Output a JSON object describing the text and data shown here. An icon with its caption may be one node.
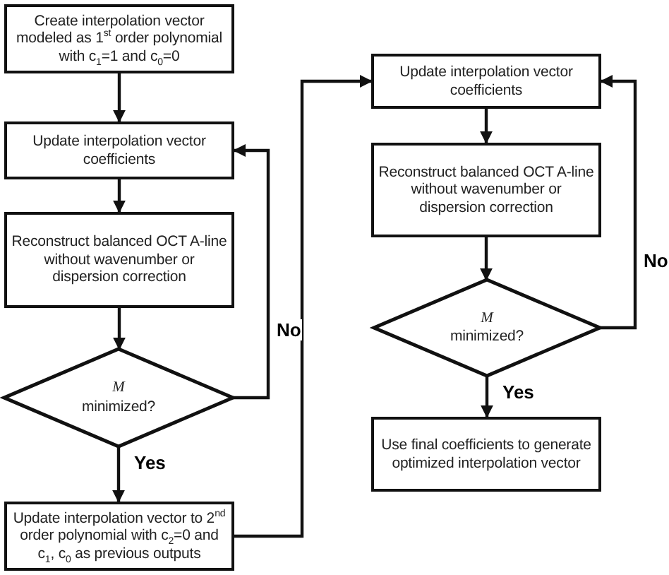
{
  "diagram": {
    "nodes": [
      {
        "text": [
          "Create interpolation vector modeled as 1$^{st}$ order polynomial with c$_{1}$=1 and c$_{0}$=0"
        ]
      },
      {
        "text": [
          "Update interpolation vector coefficients"
        ]
      },
      {
        "text": [
          "Reconstruct balanced OCT A-line without wavenumber or dispersion correction"
        ]
      },
      {
        "text": [
          "M",
          "minimized?"
        ]
      },
      {
        "text": [
          "Update interpolation vector to 2$^{nd}$ order polynomial with c$_{2}$=0 and c$_{1}$, c$_{0}$ as previous outputs"
        ]
      },
      {
        "text": [
          "Update interpolation vector coefficients"
        ]
      },
      {
        "text": [
          "Reconstruct balanced OCT A-line without wavenumber or dispersion correction"
        ]
      },
      {
        "text": [
          "M",
          "minimized?"
        ]
      },
      {
        "text": [
          "Use final coefficients to generate optimized interpolation vector"
        ]
      }
    ],
    "edges": [
      {
        "from": 0,
        "to": 1,
        "arrow": "to"
      },
      {
        "from": 1,
        "to": 2,
        "arrow": "to"
      },
      {
        "from": 2,
        "to": 3,
        "arrow": "to"
      },
      {
        "from": 3,
        "to": 4,
        "arrow": "to",
        "label": "Yes"
      },
      {
        "from": 3,
        "to": 1,
        "arrow": "to",
        "label": "No"
      },
      {
        "from": 4,
        "to": 5,
        "arrow": "to"
      },
      {
        "from": 5,
        "to": 6,
        "arrow": "to"
      },
      {
        "from": 6,
        "to": 7,
        "arrow": "to"
      },
      {
        "from": 7,
        "to": 5,
        "arrow": "to",
        "label": "No"
      },
      {
        "from": 7,
        "to": 8,
        "arrow": "to",
        "label": "Yes"
      }
    ]
  }
}
